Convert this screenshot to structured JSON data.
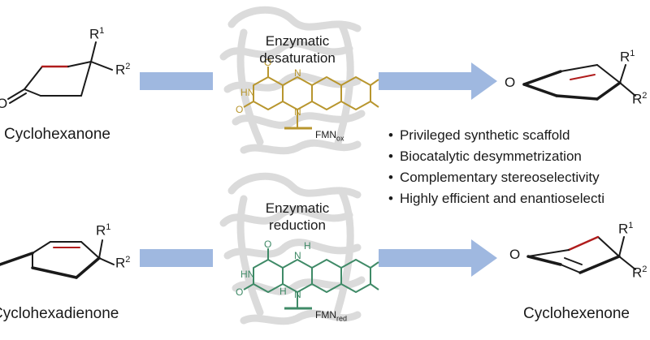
{
  "reactions": [
    {
      "substrate": "Cyclohexanone",
      "enzyme": [
        "Enzymatic",
        "desaturation"
      ],
      "cofactor": "FMN",
      "cofactor_sub": "ox",
      "product": ""
    },
    {
      "substrate": "Cyclohexadienone",
      "enzyme": [
        "Enzymatic",
        "reduction"
      ],
      "cofactor": "FMN",
      "cofactor_sub": "red",
      "product": "Cyclohexenone"
    }
  ],
  "groups": {
    "r": "R",
    "one": "1",
    "two": "2",
    "o": "O",
    "n": "N",
    "hn": "HN",
    "h": "H"
  },
  "bullets": [
    "Privileged synthetic scaffold",
    "Biocatalytic desymmetrization",
    "Complementary stereoselectivity",
    "Highly efficient and enantioselecti"
  ],
  "colors": {
    "arrow": "#9fb8e0",
    "highlight_bond": "#b01c1c",
    "flavin_ox": "#b8962e",
    "flavin_red": "#3f8a67",
    "protein": "#c7c7c7"
  }
}
